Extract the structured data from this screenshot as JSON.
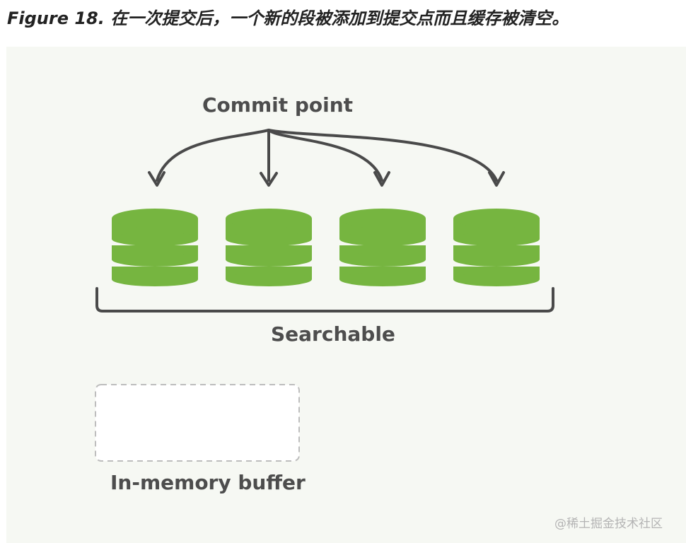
{
  "caption": "Figure 18. 在一次提交后，一个新的段被添加到提交点而且缓存被清空。",
  "diagram": {
    "commit_point_label": "Commit point",
    "searchable_label": "Searchable",
    "buffer_label": "In-memory buffer",
    "segment_count": 4,
    "buffer_state": "empty",
    "colors": {
      "segment_green": "#76b540",
      "arrow_gray": "#4a4a4a",
      "panel_background": "#f6f8f3",
      "buffer_border": "#bdbdbd"
    }
  },
  "watermark": "@稀土掘金技术社区"
}
